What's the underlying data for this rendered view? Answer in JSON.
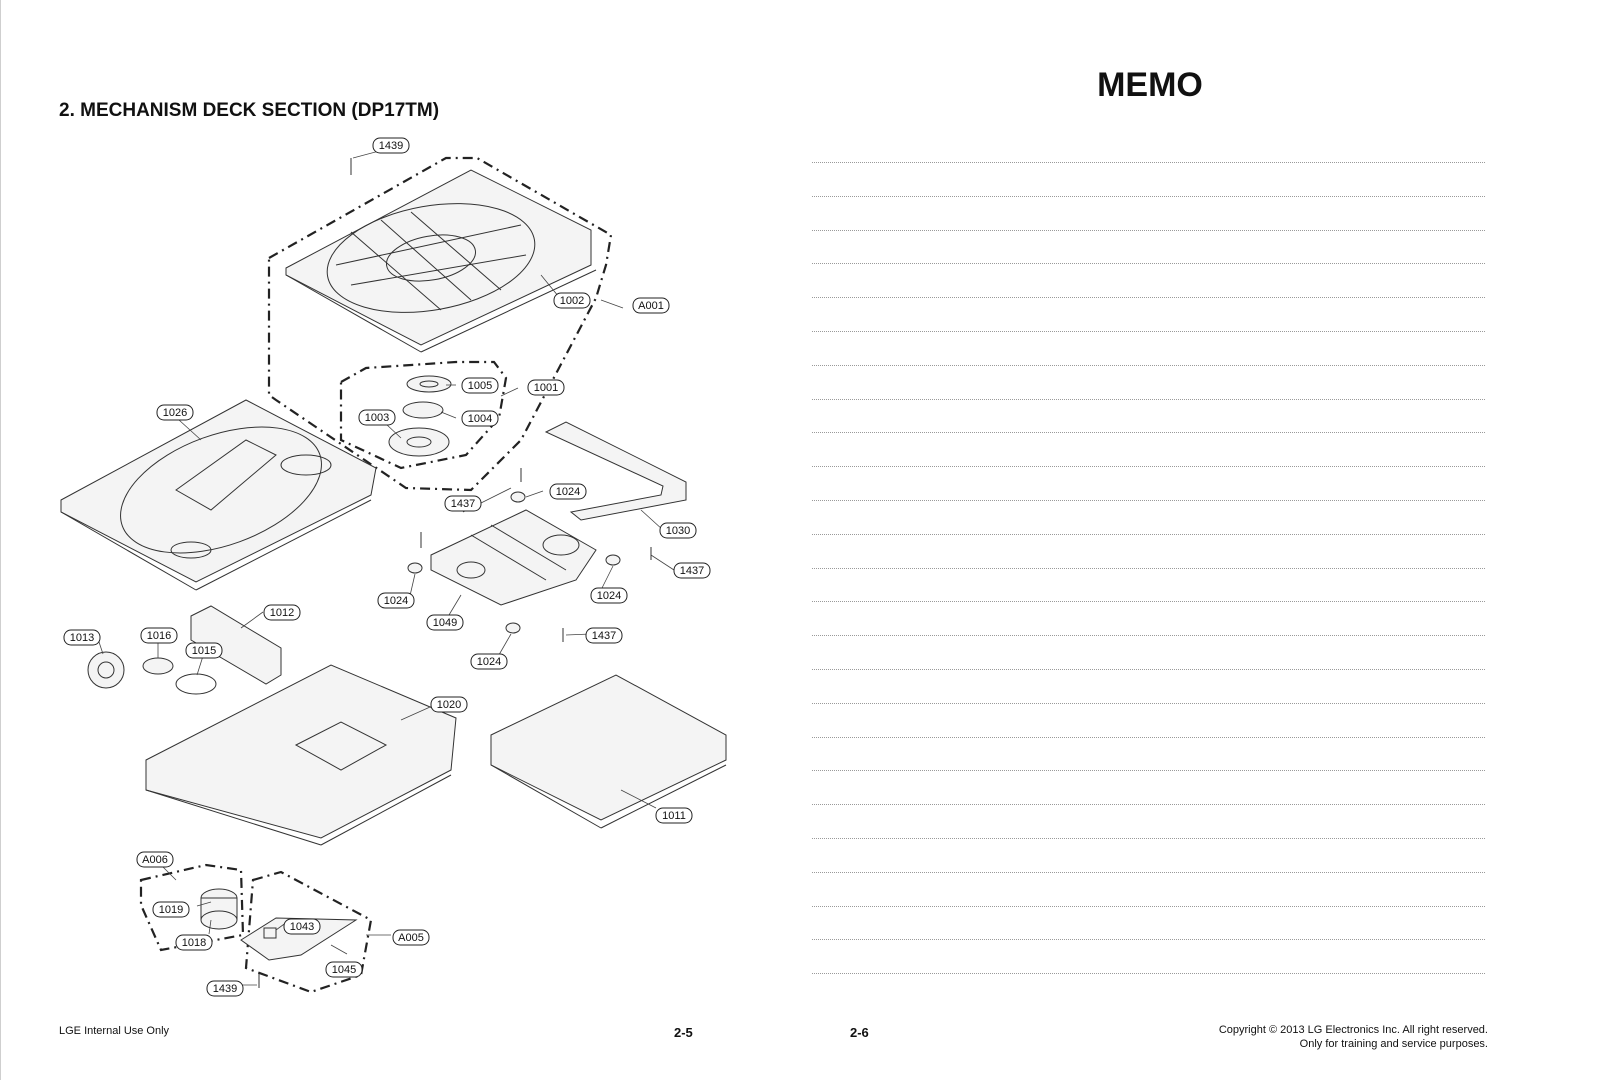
{
  "left_page": {
    "title": "2. MECHANISM DECK SECTION (DP17TM)",
    "footer": "LGE Internal Use Only",
    "page_number": "2-5",
    "callouts": {
      "c1439_top": "1439",
      "c1002": "1002",
      "cA001": "A001",
      "c1005": "1005",
      "c1001": "1001",
      "c1003": "1003",
      "c1004": "1004",
      "c1026": "1026",
      "c1437_a": "1437",
      "c1024_a": "1024",
      "c1030": "1030",
      "c1437_b": "1437",
      "c1024_b": "1024",
      "c1024_c": "1024",
      "c1049": "1049",
      "c1437_c": "1437",
      "c1024_d": "1024",
      "c1012": "1012",
      "c1013": "1013",
      "c1016": "1016",
      "c1015": "1015",
      "c1020": "1020",
      "c1011": "1011",
      "cA006": "A006",
      "c1019": "1019",
      "c1018": "1018",
      "c1043": "1043",
      "cA005": "A005",
      "c1045": "1045",
      "c1439_bottom": "1439"
    }
  },
  "right_page": {
    "title": "MEMO",
    "line_count": 25,
    "page_number": "2-6",
    "copyright_line1": "Copyright © 2013 LG Electronics Inc. All right reserved.",
    "copyright_line2": "Only for training and service purposes."
  }
}
